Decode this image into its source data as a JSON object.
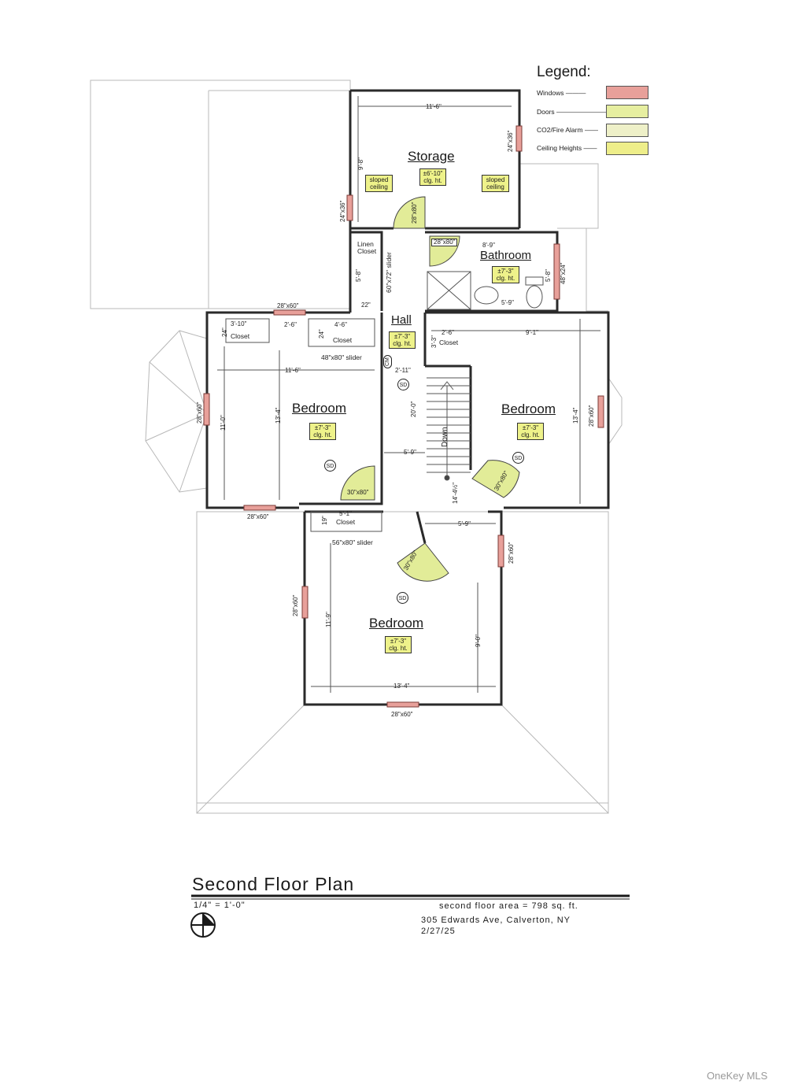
{
  "legend": {
    "title": "Legend:",
    "items": [
      {
        "label": "Windows",
        "color": "#e8a09a"
      },
      {
        "label": "Doors",
        "color": "#e6eea0"
      },
      {
        "label": "CO2/Fire Alarm",
        "color": "#eef0c8"
      },
      {
        "label": "Ceiling Heights",
        "color": "#eeee8a"
      }
    ]
  },
  "rooms": {
    "storage": {
      "name": "Storage",
      "ceiling": [
        "±6'-10\"",
        "clg. ht."
      ],
      "sloped_left": [
        "sloped",
        "ceiling"
      ],
      "sloped_right": [
        "sloped",
        "ceiling"
      ]
    },
    "bathroom": {
      "name": "Bathroom",
      "ceiling": [
        "±7'-3\"",
        "clg. ht."
      ]
    },
    "hall": {
      "name": "Hall",
      "ceiling": [
        "±7'-3\"",
        "clg. ht."
      ]
    },
    "bedroom_left": {
      "name": "Bedroom",
      "ceiling": [
        "±7'-3\"",
        "clg. ht."
      ]
    },
    "bedroom_right": {
      "name": "Bedroom",
      "ceiling": [
        "±7'-3\"",
        "clg. ht."
      ]
    },
    "bedroom_bottom": {
      "name": "Bedroom",
      "ceiling": [
        "±7'-3\"",
        "clg. ht."
      ]
    }
  },
  "labels": {
    "linen_closet": [
      "Linen",
      "Closet"
    ],
    "closet": "Closet",
    "slider_60": "60\"x72\" slider",
    "slider_48": "48\"x80\" slider",
    "slider_56": "56\"x80\" slider",
    "down": "Down",
    "sd": "SD",
    "cm": "CM"
  },
  "dims": {
    "d_11_6_top": "11'-6\"",
    "d_9_8": "9'-8\"",
    "w_24x36_right": "24\"x36\"",
    "w_24x36_left": "24\"x36\"",
    "door_28x80_storage": "28\"x80\"",
    "door_28x80_bath": "28\"x80\"",
    "d_8_9": "8'-9\"",
    "d_5_8_bath": "5'-8\"",
    "w_48x24": "48\"x24\"",
    "d_5_9_bath": "5'-9\"",
    "d_5_8_linen": "5'-8\"",
    "d_22": "22\"",
    "w_28x60_top_left": "28\"x60\"",
    "d_3_10": "3'-10\"",
    "d_24_a": "24\"",
    "d_2_6_a": "2'-6\"",
    "d_4_6": "4'-6\"",
    "d_24_b": "24\"",
    "d_2_6_b": "2'-6\"",
    "d_3_3": "3'-3\"",
    "d_9_1": "9'-1\"",
    "d_2_11": "2'-11\"",
    "d_11_6_bed": "11'-6\"",
    "w_28x60_left": "28\"x60\"",
    "d_11_0": "11'-0\"",
    "d_13_4_left": "13'-4\"",
    "d_20_0": "20'-0\"",
    "d_5_9_hall": "5'-9\"",
    "door_30x80_left": "30\"x80\"",
    "w_28x60_bottom_left": "28\"x60\"",
    "d_13_4_right": "13'-4\"",
    "w_28x60_right": "28\"x60\"",
    "d_14_4": "14'-4½\"",
    "door_30x80_right": "30\"x80\"",
    "d_5_1": "5'-1\"",
    "d_19": "19\"",
    "d_5_9_lower": "5'-9\"",
    "w_28x60_mid_right": "28\"x60\"",
    "door_30x80_bottom": "30\"x80\"",
    "w_28x60_bot_left": "28\"x60\"",
    "d_11_9": "11'-9\"",
    "d_9_0": "9'-0\"",
    "d_13_4_bottom": "13'-4\"",
    "w_28x60_bottom": "28\"x60\""
  },
  "footer": {
    "title": "Second Floor Plan",
    "scale": "1/4\" = 1'-0\"",
    "area": "second floor area = 798 sq. ft.",
    "address": "305 Edwards Ave, Calverton, NY",
    "date": "2/27/25"
  },
  "watermark": "OneKey MLS"
}
